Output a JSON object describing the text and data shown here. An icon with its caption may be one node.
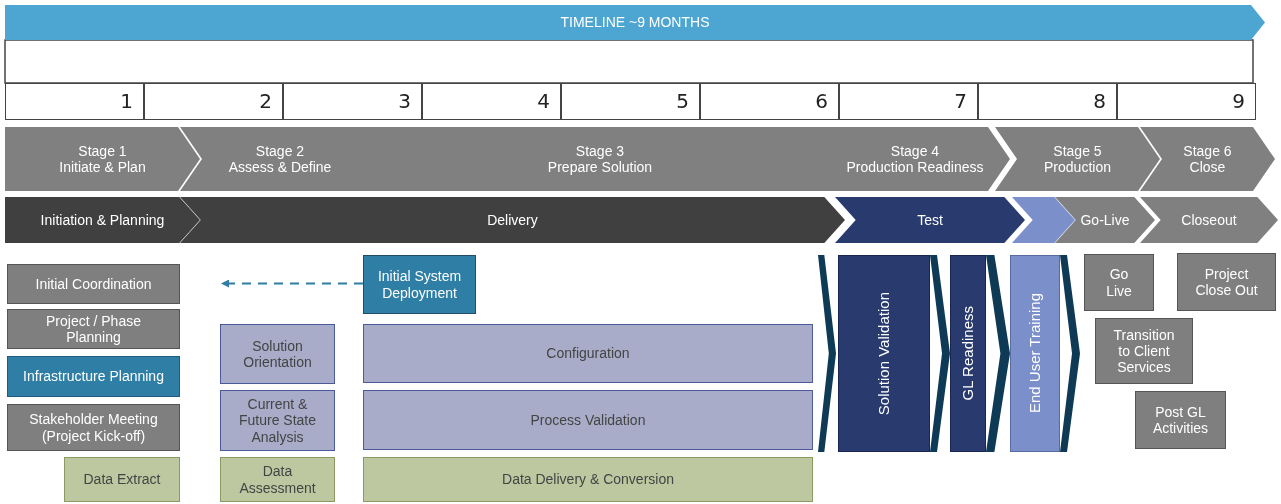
{
  "diagram": {
    "nodes": [
      {
        "text": [
          "TIMELINE ~9 MONTHS"
        ]
      },
      {
        "text": [
          "1"
        ]
      },
      {
        "text": [
          "2"
        ]
      },
      {
        "text": [
          "3"
        ]
      },
      {
        "text": [
          "4"
        ]
      },
      {
        "text": [
          "5"
        ]
      },
      {
        "text": [
          "6"
        ]
      },
      {
        "text": [
          "7"
        ]
      },
      {
        "text": [
          "8"
        ]
      },
      {
        "text": [
          "9"
        ]
      },
      {
        "text": [
          "Stage 1",
          "Initiate & Plan"
        ]
      },
      {
        "text": [
          "Stage 2",
          "Assess & Define"
        ]
      },
      {
        "text": [
          "Stage 3",
          "Prepare Solution"
        ]
      },
      {
        "text": [
          "Stage 4",
          "Production Readiness"
        ]
      },
      {
        "text": [
          "Stage 5",
          "Production"
        ]
      },
      {
        "text": [
          "Stage 6",
          "Close"
        ]
      },
      {
        "text": [
          "Initiation & Planning"
        ]
      },
      {
        "text": [
          "Delivery"
        ]
      },
      {
        "text": [
          "Test"
        ]
      },
      {
        "text": [],
        "shape": "chevron"
      },
      {
        "text": [
          "Go-Live"
        ]
      },
      {
        "text": [
          "Closeout"
        ]
      },
      {
        "text": [
          "Initial Coordination"
        ]
      },
      {
        "text": [
          "Project / Phase Planning"
        ]
      },
      {
        "text": [
          "Infrastructure Planning"
        ]
      },
      {
        "text": [
          "Stakeholder Meeting (Project Kick-off)"
        ]
      },
      {
        "text": [
          "Data Extract"
        ]
      },
      {
        "text": [
          "Solution Orientation"
        ]
      },
      {
        "text": [
          "Current & Future State Analysis"
        ]
      },
      {
        "text": [
          "Data Assessment"
        ]
      },
      {
        "text": [
          "Initial System Deployment"
        ]
      },
      {
        "text": [
          "Configuration"
        ]
      },
      {
        "text": [
          "Process Validation"
        ]
      },
      {
        "text": [
          "Data Delivery & Conversion"
        ]
      },
      {
        "text": [
          "Solution Validation"
        ]
      },
      {
        "text": [
          "GL Readiness"
        ]
      },
      {
        "text": [
          "End User Training"
        ]
      },
      {
        "text": [
          "Go Live"
        ]
      },
      {
        "text": [
          "Project Close Out"
        ]
      },
      {
        "text": [
          "Transition to Client Services"
        ]
      },
      {
        "text": [
          "Post GL Activities"
        ]
      }
    ],
    "edges": [
      {
        "from": 30,
        "to": null,
        "arrow": "to",
        "style": "dashed"
      },
      {
        "from": null,
        "to": 34,
        "arrow": "to",
        "style": "thick"
      },
      {
        "from": 34,
        "to": 35,
        "arrow": "to",
        "style": "thick"
      },
      {
        "from": 35,
        "to": 36,
        "arrow": "to",
        "style": "thick"
      },
      {
        "from": 36,
        "to": null,
        "arrow": "to",
        "style": "thick"
      }
    ]
  }
}
